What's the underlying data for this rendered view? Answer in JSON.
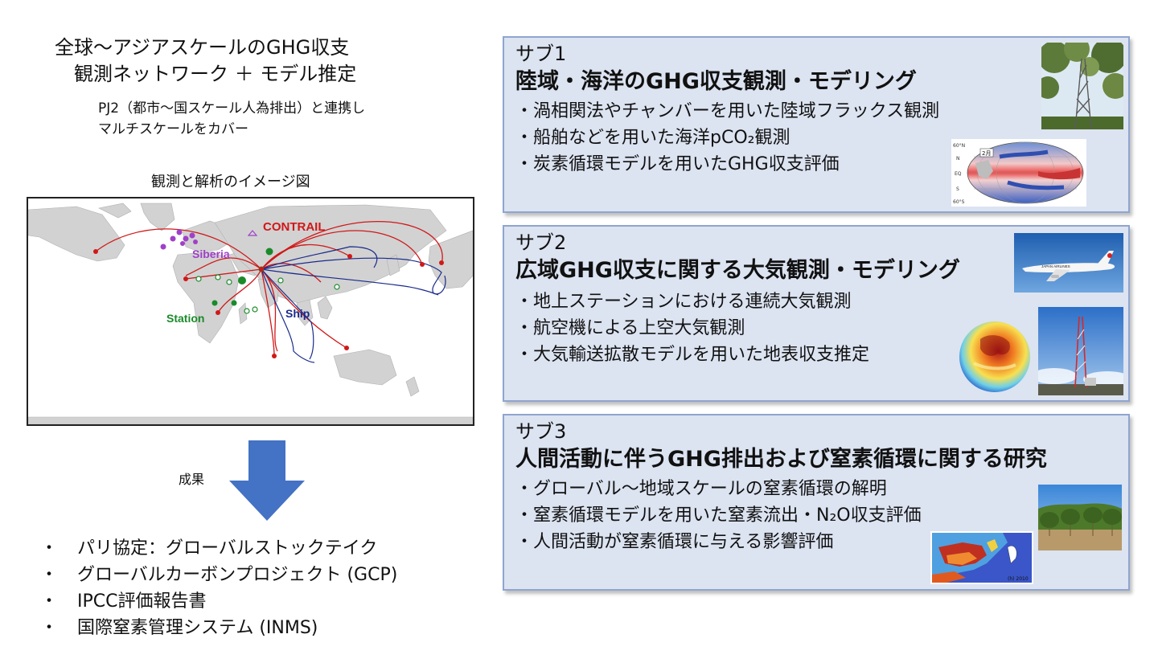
{
  "left": {
    "title_line1": "全球～アジアスケールのGHG収支",
    "title_line2": "観測ネットワーク ＋ モデル推定",
    "note_line1": "PJ2（都市～国スケール人為排出）と連携し",
    "note_line2": "マルチスケールをカバー",
    "map_caption": "観測と解析のイメージ図",
    "map_labels": {
      "contrail": "CONTRAIL",
      "siberia": "Siberia",
      "station": "Station",
      "ship": "Ship"
    },
    "result_label": "成果",
    "bullet": "・",
    "outcomes": [
      "パリ協定：グローバルストックテイク",
      "グローバルカーボンプロジェクト (GCP)",
      "IPCC評価報告書",
      "国際窒素管理システム (INMS)"
    ]
  },
  "panels": [
    {
      "sub": "サブ1",
      "heading": "陸域・海洋のGHG収支観測・モデリング",
      "items": [
        "・渦相関法やチャンバーを用いた陸域フラックス観測",
        "・船舶などを用いた海洋pCO₂観測",
        "・炭素循環モデルを用いたGHG収支評価"
      ],
      "ocean_map_labels": {
        "month": "2月",
        "n60": "60°N",
        "n": "N",
        "eq": "EQ",
        "s": "S",
        "s60": "60°S"
      }
    },
    {
      "sub": "サブ2",
      "heading": "広域GHG収支に関する大気観測・モデリング",
      "items": [
        "・地上ステーションにおける連続大気観測",
        "・航空機による上空大気観測",
        "・大気輸送拡散モデルを用いた地表収支推定"
      ],
      "aircraft_text": "JAPAN AIRLINES"
    },
    {
      "sub": "サブ3",
      "heading": "人間活動に伴うGHG排出および窒素循環に関する研究",
      "items": [
        "・グローバル～地域スケールの窒素循環の解明",
        "・窒素循環モデルを用いた窒素流出・N₂O収支評価",
        "・人間活動が窒素循環に与える影響評価"
      ],
      "nmap_label": "(h) 2010"
    }
  ],
  "colors": {
    "panel_bg": "#dce3f1",
    "panel_border": "#8fa5cf",
    "arrow": "#4472c4",
    "contrail": "#d01818",
    "siberia": "#a040c8",
    "station": "#1a8a2a",
    "ship": "#1a2a8a"
  }
}
